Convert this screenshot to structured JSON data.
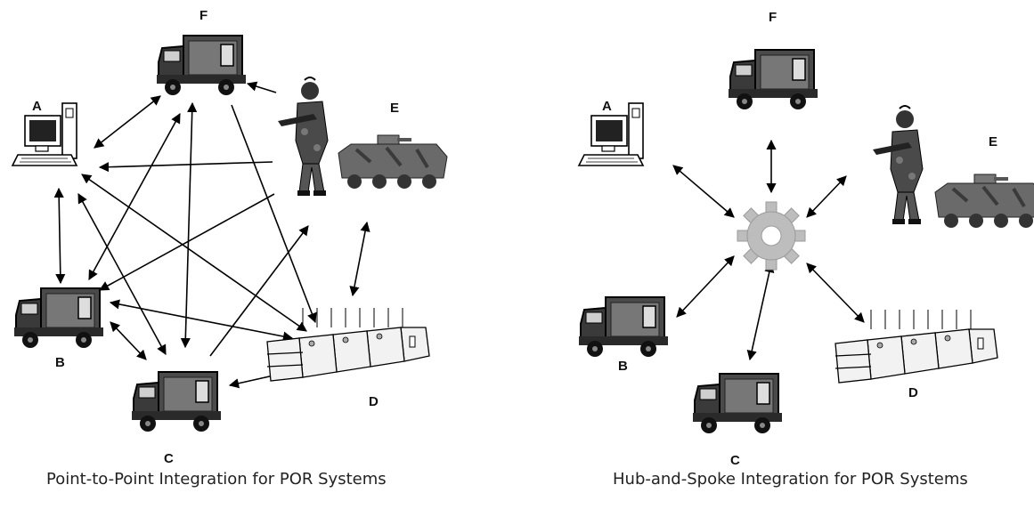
{
  "left_diagram": {
    "caption": "Point-to-Point Integration for POR Systems",
    "nodes": [
      {
        "id": "A",
        "label": "A",
        "kind": "computer"
      },
      {
        "id": "B",
        "label": "B",
        "kind": "truck"
      },
      {
        "id": "C",
        "label": "C",
        "kind": "truck"
      },
      {
        "id": "D",
        "label": "D",
        "kind": "server-rack"
      },
      {
        "id": "E",
        "label": "E",
        "kind": "soldier-and-vehicle"
      },
      {
        "id": "F",
        "label": "F",
        "kind": "truck"
      }
    ]
  },
  "right_diagram": {
    "caption": "Hub-and-Spoke Integration for POR Systems",
    "hub": {
      "kind": "gear"
    },
    "nodes": [
      {
        "id": "A",
        "label": "A",
        "kind": "computer"
      },
      {
        "id": "B",
        "label": "B",
        "kind": "truck"
      },
      {
        "id": "C",
        "label": "C",
        "kind": "truck"
      },
      {
        "id": "D",
        "label": "D",
        "kind": "server-rack"
      },
      {
        "id": "E",
        "label": "E",
        "kind": "soldier-and-vehicle"
      },
      {
        "id": "F",
        "label": "F",
        "kind": "truck"
      }
    ]
  },
  "colors": {
    "line": "#000000",
    "gear": "#bdbdbd",
    "soldier": "#3a3a3a",
    "vehicle": "#555555"
  }
}
